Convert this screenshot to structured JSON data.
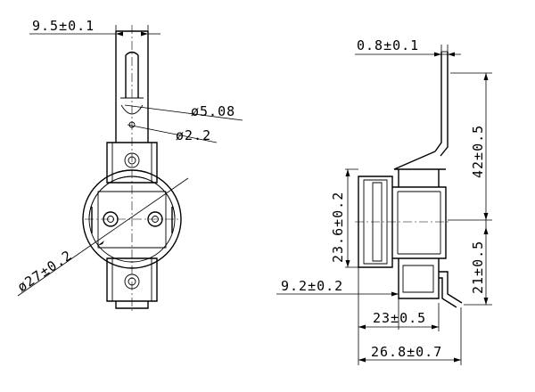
{
  "front_view": {
    "dim_width": "9.5±0.1",
    "dim_hole_large": "ø5.08",
    "dim_hole_small": "ø2.2",
    "dim_diameter": "ø27±0.2"
  },
  "side_view": {
    "dim_thickness": "0.8±0.1",
    "dim_height_upper": "42±0.5",
    "dim_height_lower": "21±0.5",
    "dim_body_height": "23.6±0.2",
    "dim_flange_offset": "9.2±0.2",
    "dim_length_inner": "23±0.5",
    "dim_length_total": "26.8±0.7"
  }
}
